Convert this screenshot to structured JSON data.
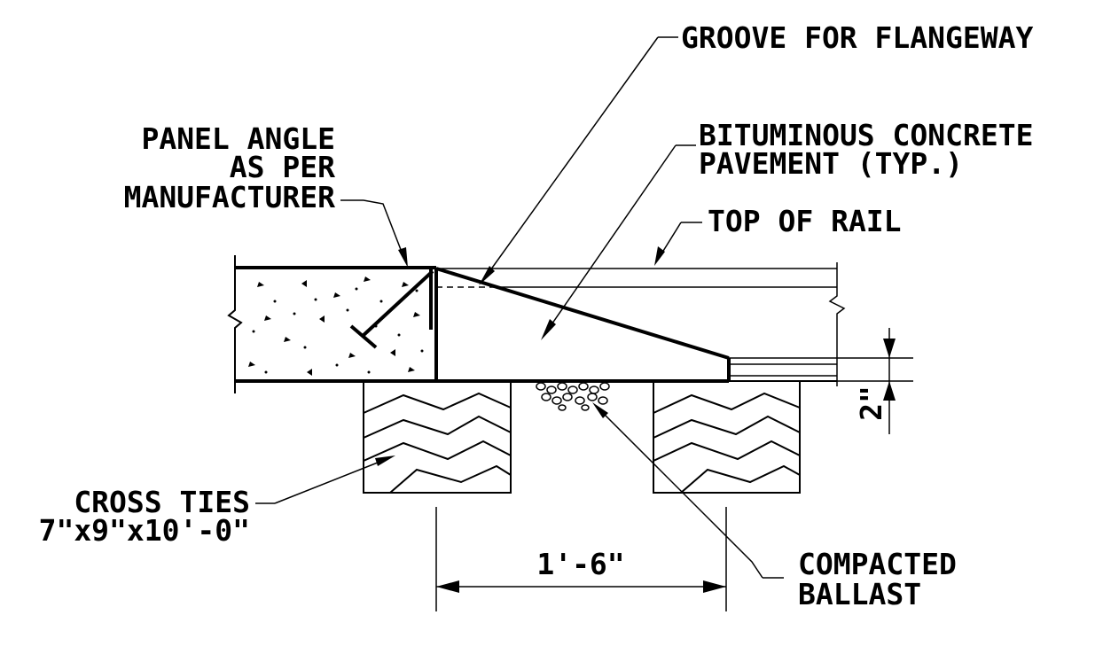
{
  "labels": {
    "groove_for_flangeway": "GROOVE FOR FLANGEWAY",
    "panel_angle_line1": "PANEL ANGLE",
    "panel_angle_line2": "AS PER",
    "panel_angle_line3": "MANUFACTURER",
    "bituminous_line1": "BITUMINOUS CONCRETE",
    "bituminous_line2": "PAVEMENT (TYP.)",
    "top_of_rail": "TOP OF RAIL",
    "cross_ties_line1": "CROSS TIES",
    "cross_ties_line2": "7\"x9\"x10'-0\"",
    "compacted_line1": "COMPACTED",
    "compacted_line2": "BALLAST"
  },
  "dimensions": {
    "tie_spacing": "1'-6\"",
    "pavement_offset": "2\""
  }
}
